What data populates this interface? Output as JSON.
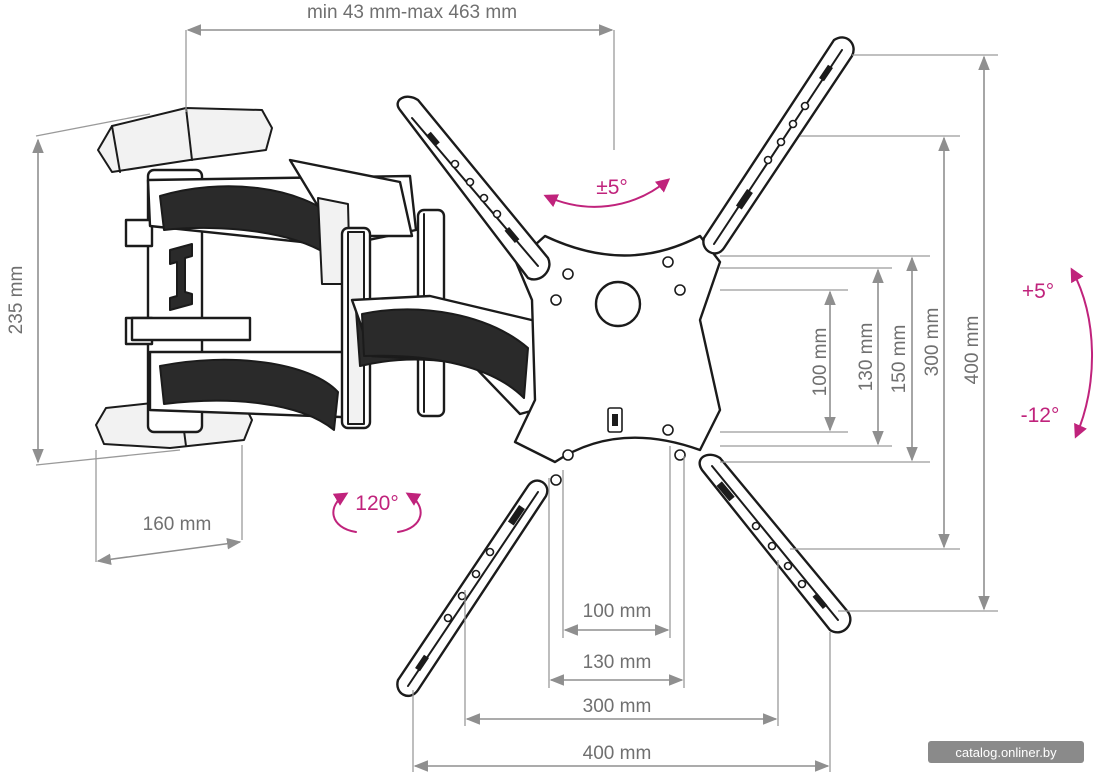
{
  "labels": {
    "extension": "min 43 mm-max 463 mm",
    "height_235": "235 mm",
    "depth_160": "160 mm",
    "swivel": "120°",
    "rotation": "±5°",
    "tilt_up": "+5°",
    "tilt_down": "-12°",
    "v100": "100 mm",
    "v130": "130 mm",
    "v150": "150 mm",
    "v300": "300 mm",
    "v400": "400 mm",
    "h100": "100 mm",
    "h130": "130 mm",
    "h300": "300 mm",
    "h400": "400 mm"
  },
  "watermark": "catalog.onliner.by",
  "colors": {
    "accent": "#c0237c",
    "dimension": "#8f8f8f",
    "outline": "#1b1b1b"
  }
}
